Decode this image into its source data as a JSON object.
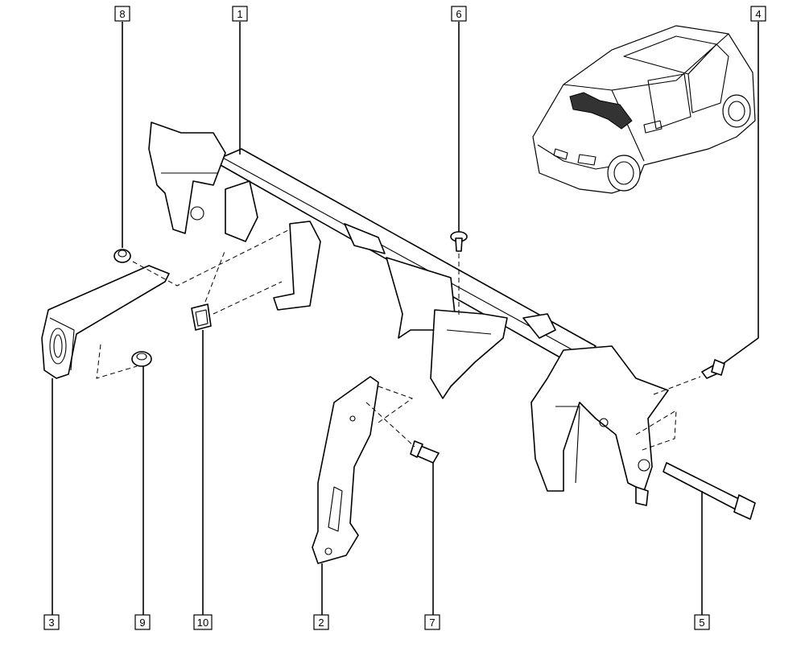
{
  "diagram": {
    "callouts": [
      {
        "id": "c8",
        "label": "8"
      },
      {
        "id": "c1",
        "label": "1"
      },
      {
        "id": "c6",
        "label": "6"
      },
      {
        "id": "c4",
        "label": "4"
      },
      {
        "id": "c3",
        "label": "3"
      },
      {
        "id": "c9",
        "label": "9"
      },
      {
        "id": "c10",
        "label": "10"
      },
      {
        "id": "c2",
        "label": "2"
      },
      {
        "id": "c7",
        "label": "7"
      },
      {
        "id": "c5",
        "label": "5"
      }
    ],
    "parts": {
      "cross_member": "cross-member",
      "inset_vehicle": "car"
    },
    "colors": {
      "line": "#000000",
      "background": "#ffffff"
    }
  }
}
